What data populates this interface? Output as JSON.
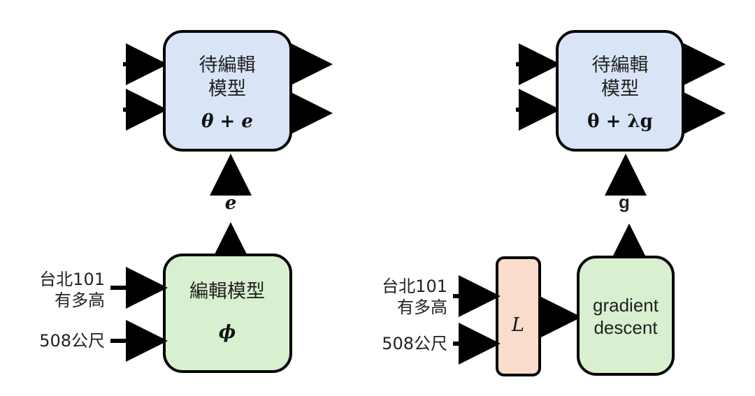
{
  "colors": {
    "model_box": "#d9e5f7",
    "editor_box": "#d8f0cf",
    "loss_box": "#f9dccb",
    "stroke": "#000000"
  },
  "left": {
    "target_model": {
      "line1": "待編輯",
      "line2": "模型",
      "param": "θ + e"
    },
    "edge_label": "e",
    "editor": {
      "label": "編輯模型",
      "param": "ϕ"
    },
    "input_question": {
      "line1": "台北101",
      "line2": "有多高"
    },
    "input_answer": "508公尺"
  },
  "right": {
    "target_model": {
      "line1": "待編輯",
      "line2": "模型",
      "param": "θ + λg"
    },
    "edge_label": "g",
    "loss": {
      "label": "L"
    },
    "optimizer": {
      "line1": "gradient",
      "line2": "descent"
    },
    "input_question": {
      "line1": "台北101",
      "line2": "有多高"
    },
    "input_answer": "508公尺"
  }
}
